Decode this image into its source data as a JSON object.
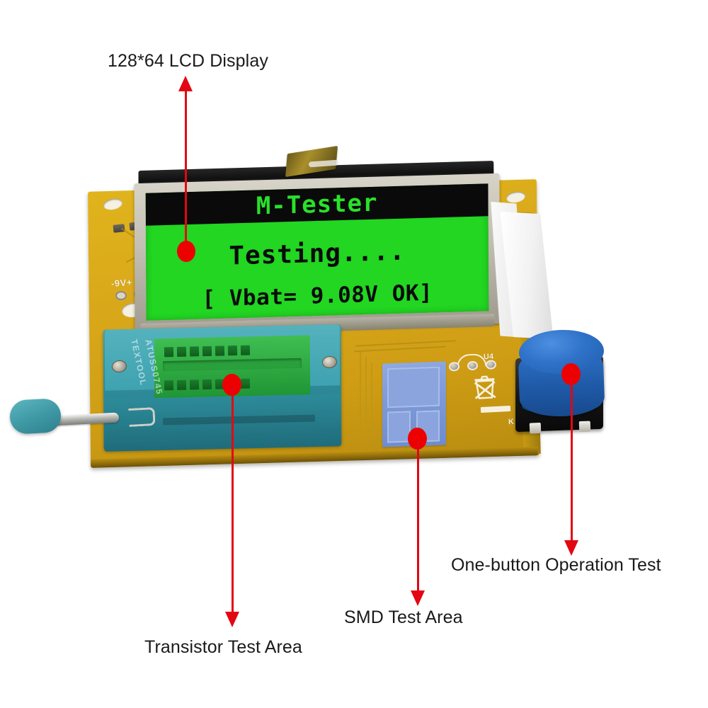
{
  "image": {
    "subject": "LCR-T4 / M-Tester transistor tester board",
    "background_color": "#ffffff"
  },
  "callouts": [
    {
      "id": "lcd",
      "label": "128*64 LCD Display",
      "target": "lcd-screen",
      "direction": "up",
      "marker_color": "#ed0000",
      "line_color": "#e30613"
    },
    {
      "id": "transistor",
      "label": "Transistor Test Area",
      "target": "zif-socket",
      "direction": "down",
      "marker_color": "#ed0000",
      "line_color": "#e30613"
    },
    {
      "id": "smd",
      "label": "SMD Test Area",
      "target": "smd-pad",
      "direction": "down",
      "marker_color": "#ed0000",
      "line_color": "#e30613"
    },
    {
      "id": "button",
      "label": "One-button Operation Test",
      "target": "test-button",
      "direction": "down",
      "marker_color": "#ed0000",
      "line_color": "#e30613"
    }
  ],
  "device": {
    "pcb_color": "#d9a81a",
    "lcd": {
      "screen_color": "#22d622",
      "text_color": "#0a0a0a",
      "titlebar_color": "#0a0a0a",
      "titlebar_text_color": "#2ae02a",
      "title": "M-Tester",
      "line_main": "Testing....",
      "line_battery": "[ Vbat= 9.08V OK]"
    },
    "silkscreen": {
      "power_label": "-9V+",
      "ic_label": "U4",
      "cathode_label": "K"
    },
    "zif_socket": {
      "body_color": "#2f8d9b",
      "contact_color": "#2faa42",
      "brand_line_1": "TEXTOOL",
      "brand_line_2": "ATUSS0745",
      "pin_count_per_row": 7
    },
    "smd_pad": {
      "color": "#7d99d8"
    },
    "button": {
      "cap_color": "#2f72c9",
      "base_color": "#161616"
    }
  }
}
